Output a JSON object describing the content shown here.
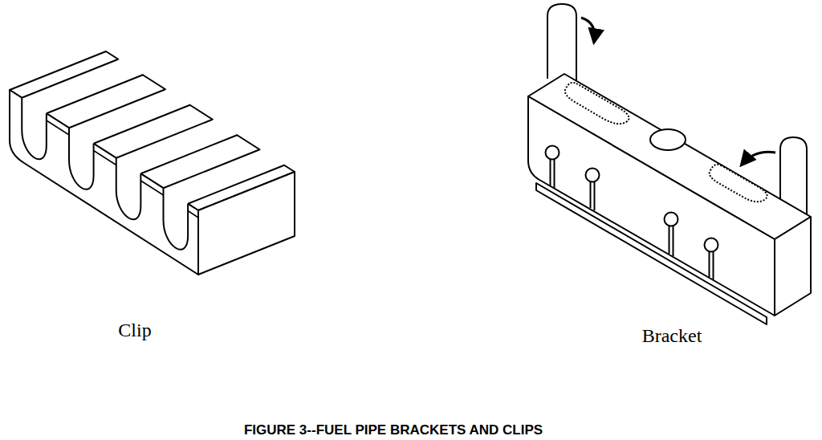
{
  "diagram": {
    "caption": "FIGURE 3--FUEL PIPE BRACKETS AND CLIPS",
    "labels": [
      "Clip",
      "Bracket"
    ]
  }
}
